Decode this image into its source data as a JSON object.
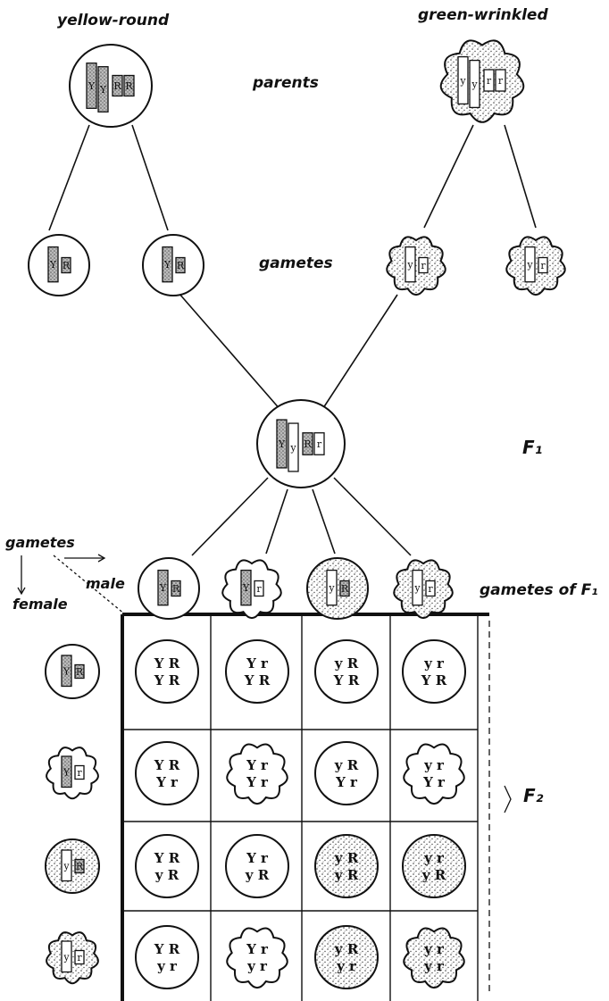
{
  "labels": {
    "parent_left": "yellow-round",
    "parent_right": "green-wrinkled",
    "parents": "parents",
    "gametes_mid": "gametes",
    "f1": "F₁",
    "gametes_axis": "gametes",
    "male": "male",
    "female": "female",
    "gametes_of_f1": "gametes of F₁",
    "f2": "F₂"
  },
  "parents": {
    "left": {
      "shape": "round",
      "shade": "clear",
      "chromosomes": [
        "Y",
        "Y",
        "R",
        "R"
      ]
    },
    "right": {
      "shape": "wrinkled",
      "shade": "stippled",
      "chromosomes": [
        "y",
        "y",
        "r",
        "r"
      ]
    }
  },
  "parent_gametes": [
    {
      "shape": "round",
      "shade": "clear",
      "genes": [
        "Y",
        "R"
      ]
    },
    {
      "shape": "round",
      "shade": "clear",
      "genes": [
        "Y",
        "R"
      ]
    },
    {
      "shape": "wrinkled",
      "shade": "stippled",
      "genes": [
        "y",
        "r"
      ]
    },
    {
      "shape": "wrinkled",
      "shade": "stippled",
      "genes": [
        "y",
        "r"
      ]
    }
  ],
  "f1_individual": {
    "shape": "round",
    "shade": "clear",
    "chromosomes": [
      "Y",
      "y",
      "R",
      "r"
    ]
  },
  "f1_gametes": [
    {
      "shape": "round",
      "shade": "clear",
      "genes": [
        "Y",
        "R"
      ]
    },
    {
      "shape": "wrinkled",
      "shade": "clear",
      "genes": [
        "Y",
        "r"
      ]
    },
    {
      "shape": "round",
      "shade": "stippled",
      "genes": [
        "y",
        "R"
      ]
    },
    {
      "shape": "wrinkled",
      "shade": "stippled",
      "genes": [
        "y",
        "r"
      ]
    }
  ],
  "punnett": {
    "rows": [
      [
        {
          "top": "Y R",
          "bottom": "Y R",
          "shape": "round",
          "shade": "clear"
        },
        {
          "top": "Y r",
          "bottom": "Y R",
          "shape": "round",
          "shade": "clear"
        },
        {
          "top": "y R",
          "bottom": "Y R",
          "shape": "round",
          "shade": "clear"
        },
        {
          "top": "y r",
          "bottom": "Y R",
          "shape": "round",
          "shade": "clear"
        }
      ],
      [
        {
          "top": "Y R",
          "bottom": "Y r",
          "shape": "round",
          "shade": "clear"
        },
        {
          "top": "Y r",
          "bottom": "Y r",
          "shape": "wrinkled",
          "shade": "clear"
        },
        {
          "top": "y R",
          "bottom": "Y r",
          "shape": "round",
          "shade": "clear"
        },
        {
          "top": "y r",
          "bottom": "Y r",
          "shape": "wrinkled",
          "shade": "clear"
        }
      ],
      [
        {
          "top": "Y R",
          "bottom": "y R",
          "shape": "round",
          "shade": "clear"
        },
        {
          "top": "Y r",
          "bottom": "y R",
          "shape": "round",
          "shade": "clear"
        },
        {
          "top": "y R",
          "bottom": "y R",
          "shape": "round",
          "shade": "stippled"
        },
        {
          "top": "y r",
          "bottom": "y R",
          "shape": "round",
          "shade": "stippled"
        }
      ],
      [
        {
          "top": "Y R",
          "bottom": "y r",
          "shape": "round",
          "shade": "clear"
        },
        {
          "top": "Y r",
          "bottom": "y r",
          "shape": "wrinkled",
          "shade": "clear"
        },
        {
          "top": "y R",
          "bottom": "y r",
          "shape": "round",
          "shade": "stippled"
        },
        {
          "top": "y r",
          "bottom": "y r",
          "shape": "wrinkled",
          "shade": "stippled"
        }
      ]
    ]
  }
}
